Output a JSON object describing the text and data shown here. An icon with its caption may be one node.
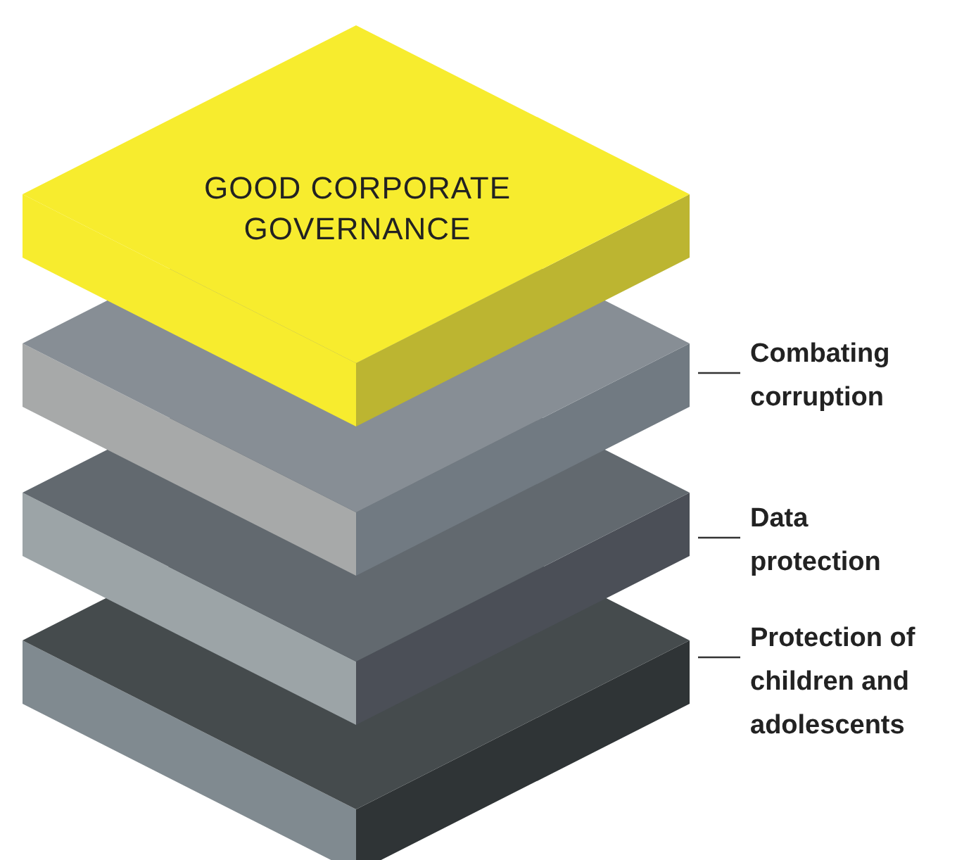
{
  "diagram": {
    "nodes": [
      {
        "text": [
          "GOOD CORPORATE GOVERNANCE"
        ]
      },
      {
        "text": [],
        "shape": "box"
      },
      {
        "text": [],
        "shape": "box"
      },
      {
        "text": [],
        "shape": "box"
      },
      {
        "text": [
          "Combating corruption"
        ]
      },
      {
        "text": [
          "Data protection"
        ]
      },
      {
        "text": [
          "Protection of children and adolescents"
        ]
      }
    ],
    "edges": [
      {
        "from": 4,
        "to": 1,
        "arrow": "none"
      },
      {
        "from": 5,
        "to": 2,
        "arrow": "none"
      },
      {
        "from": 6,
        "to": 3,
        "arrow": "none"
      }
    ]
  }
}
